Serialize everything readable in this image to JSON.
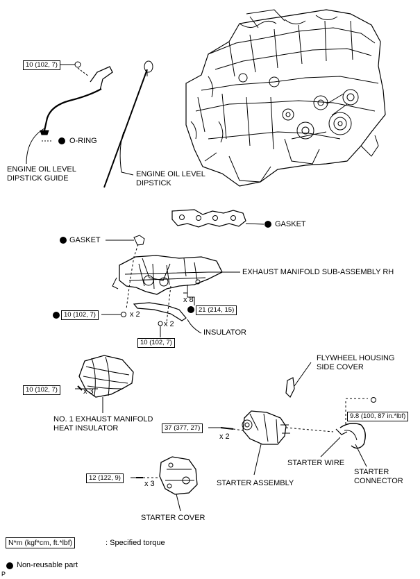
{
  "labels": {
    "dipstick_guide": [
      "ENGINE OIL LEVEL",
      "DIPSTICK GUIDE"
    ],
    "dipstick": [
      "ENGINE OIL LEVEL",
      "DIPSTICK"
    ],
    "o_ring": "O-RING",
    "gasket_top": "GASKET",
    "gasket_left": "GASKET",
    "exhaust_manifold": "EXHAUST MANIFOLD SUB-ASSEMBLY RH",
    "insulator": "INSULATOR",
    "flywheel_cover": [
      "FLYWHEEL HOUSING",
      "SIDE COVER"
    ],
    "heat_insulator": [
      "NO. 1 EXHAUST MANIFOLD",
      "HEAT INSULATOR"
    ],
    "starter_wire": "STARTER WIRE",
    "starter_connector": [
      "STARTER",
      "CONNECTOR"
    ],
    "starter_assembly": "STARTER ASSEMBLY",
    "starter_cover": "STARTER COVER"
  },
  "torques": {
    "guide_bolt": "10 (102, 7)",
    "manifold_nut": "21 (214, 15)",
    "manifold_stud": "10 (102, 7)",
    "insulator_nut": "10 (102, 7)",
    "heat_insulator_bolt": "10 (102, 7)",
    "starter_bolt": "37 (377, 27)",
    "wire_nut": "9.8 (100, 87 in.*lbf)",
    "starter_cover_bolt": "12 (122, 9)"
  },
  "quantities": {
    "manifold_nuts": "x 8",
    "manifold_studs": "x 2",
    "insulator_nuts": "x 2",
    "heat_insulator_bolts": "x 3",
    "starter_bolts": "x 2",
    "cover_bolts": "x 3"
  },
  "legend": {
    "torque_box": "N*m (kgf*cm, ft.*lbf)",
    "torque_text": ": Specified torque",
    "nonreusable_text": "Non-reusable part"
  },
  "page_marker": "P"
}
